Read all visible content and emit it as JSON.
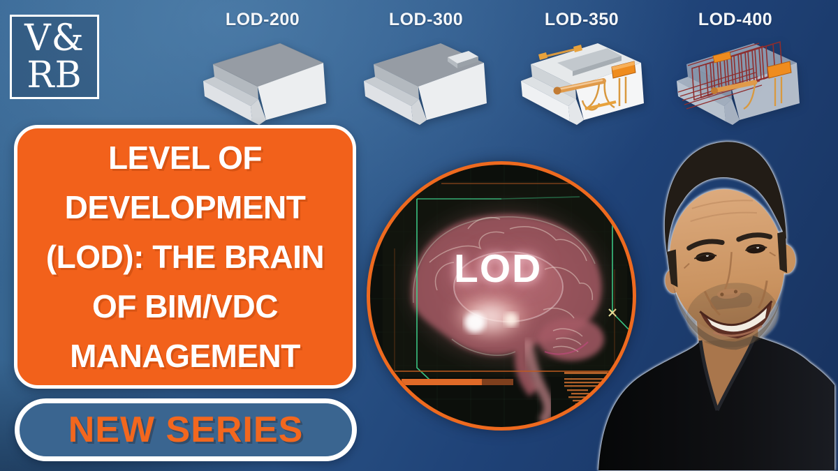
{
  "logo": {
    "line1": "V&",
    "line2": "RB"
  },
  "lod_labels": [
    "LOD-200",
    "LOD-300",
    "LOD-350",
    "LOD-400"
  ],
  "title": {
    "lines": [
      "LEVEL OF",
      "DEVELOPMENT",
      "(LOD): THE BRAIN",
      "OF BIM/VDC",
      "MANAGEMENT"
    ],
    "full": "LEVEL OF DEVELOPMENT (LOD): THE BRAIN OF BIM/VDC MANAGEMENT"
  },
  "badge": {
    "label": "NEW SERIES"
  },
  "brain": {
    "overlay_text": "LOD"
  },
  "colors": {
    "box_orange": "#F2611B",
    "circle_border_orange": "#EE6A1F",
    "badge_fill_blue": "#3A6590",
    "badge_text_orange": "#F2671E",
    "background_blue_light": "#41719F",
    "background_blue_dark": "#16305C",
    "hud_green": "#3FD68F",
    "rebar_red": "#8E2D2D",
    "hardware_orange": "#EF8C1E",
    "text_white": "#FFFFFF"
  }
}
